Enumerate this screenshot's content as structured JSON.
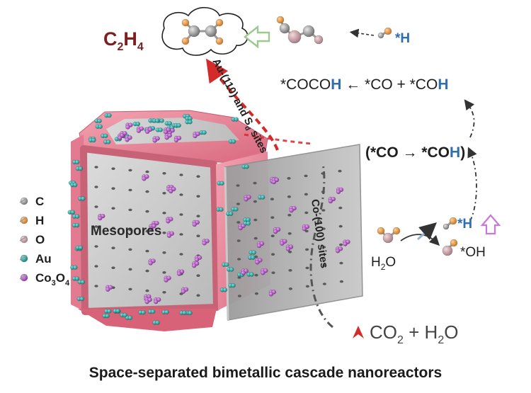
{
  "product": {
    "base": "C",
    "subscript": "2",
    "tail": "H",
    "tail_sub": "4"
  },
  "steps": {
    "h_top": "*H",
    "coupling": {
      "a": "*COCO",
      "a_h": "H",
      "arrow": " ← *CO + *CO",
      "b_h": "H"
    },
    "conversion": {
      "open": "(*CO → *CO",
      "h": "H",
      "close": ")"
    },
    "h_side": "*H",
    "oh": "*OH"
  },
  "water": {
    "main": "H",
    "sub": "2",
    "tail": "O"
  },
  "feed": {
    "a": "CO",
    "a_sub": "2",
    "b": " + H",
    "b_sub": "2",
    "c": "O"
  },
  "site_labels": {
    "au_head": "Au-(110) and S",
    "au_sub": "d",
    "au_tail": " sites",
    "co": "Co-(100) sites"
  },
  "particle_label": "Mesopores",
  "legend": [
    {
      "label": "C",
      "color": "#8a8a8a"
    },
    {
      "label": "H",
      "color": "#e5913a"
    },
    {
      "label": "O",
      "color": "#c9a0a6"
    },
    {
      "label": "Au",
      "color": "#1aa3a0"
    },
    {
      "label": "Co",
      "sub1": "3",
      "mid": "O",
      "sub2": "4",
      "color": "#b451c6"
    }
  ],
  "caption": "Space-separated bimetallic cascade nanoreactors",
  "colors": {
    "accent_blue": "#2f6fae",
    "dark_red": "#7b2020",
    "shell_pink": "#e9899b",
    "au_teal": "#1aa3a0",
    "co_purple": "#b451c6",
    "arrow_red": "#d42a2a",
    "up_arrow_pink": "#c878d8"
  }
}
